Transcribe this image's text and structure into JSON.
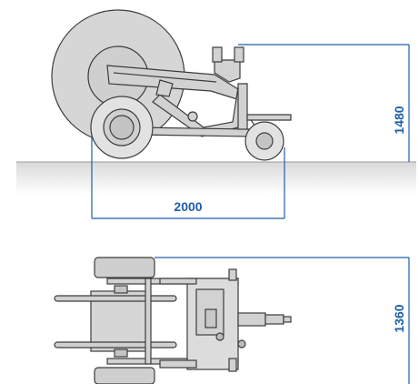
{
  "colors": {
    "dimension": "#1e5fa8",
    "machine_fill": "#d6d6d6",
    "machine_stroke": "#3c3c3c",
    "ground_shadow": "#e8e8e8"
  },
  "side_view": {
    "width_label": "2000",
    "height_label": "1480"
  },
  "top_view": {
    "width_label": "1360"
  }
}
